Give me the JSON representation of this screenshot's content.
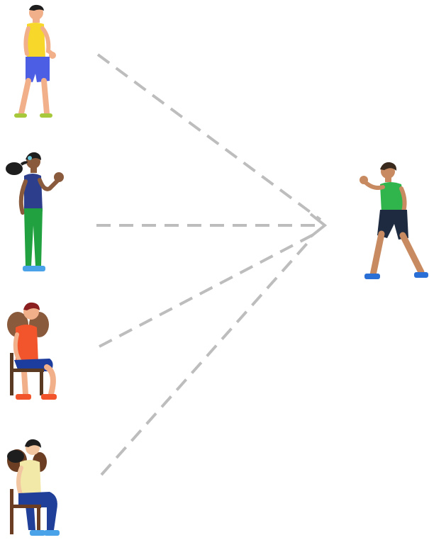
{
  "colors": {
    "arrow": "#bdbdbd",
    "background": "#ffffff"
  },
  "people": [
    {
      "id": "standing-boy",
      "role": "source"
    },
    {
      "id": "standing-girl-waving",
      "role": "source"
    },
    {
      "id": "seated-man",
      "role": "source"
    },
    {
      "id": "seated-woman",
      "role": "source"
    },
    {
      "id": "standing-man-waving",
      "role": "target"
    }
  ],
  "connections": [
    {
      "from": "standing-boy",
      "to": "standing-man-waving",
      "style": "dashed"
    },
    {
      "from": "standing-girl-waving",
      "to": "standing-man-waving",
      "style": "dashed"
    },
    {
      "from": "seated-man",
      "to": "standing-man-waving",
      "style": "dashed"
    },
    {
      "from": "seated-woman",
      "to": "standing-man-waving",
      "style": "dashed"
    }
  ]
}
